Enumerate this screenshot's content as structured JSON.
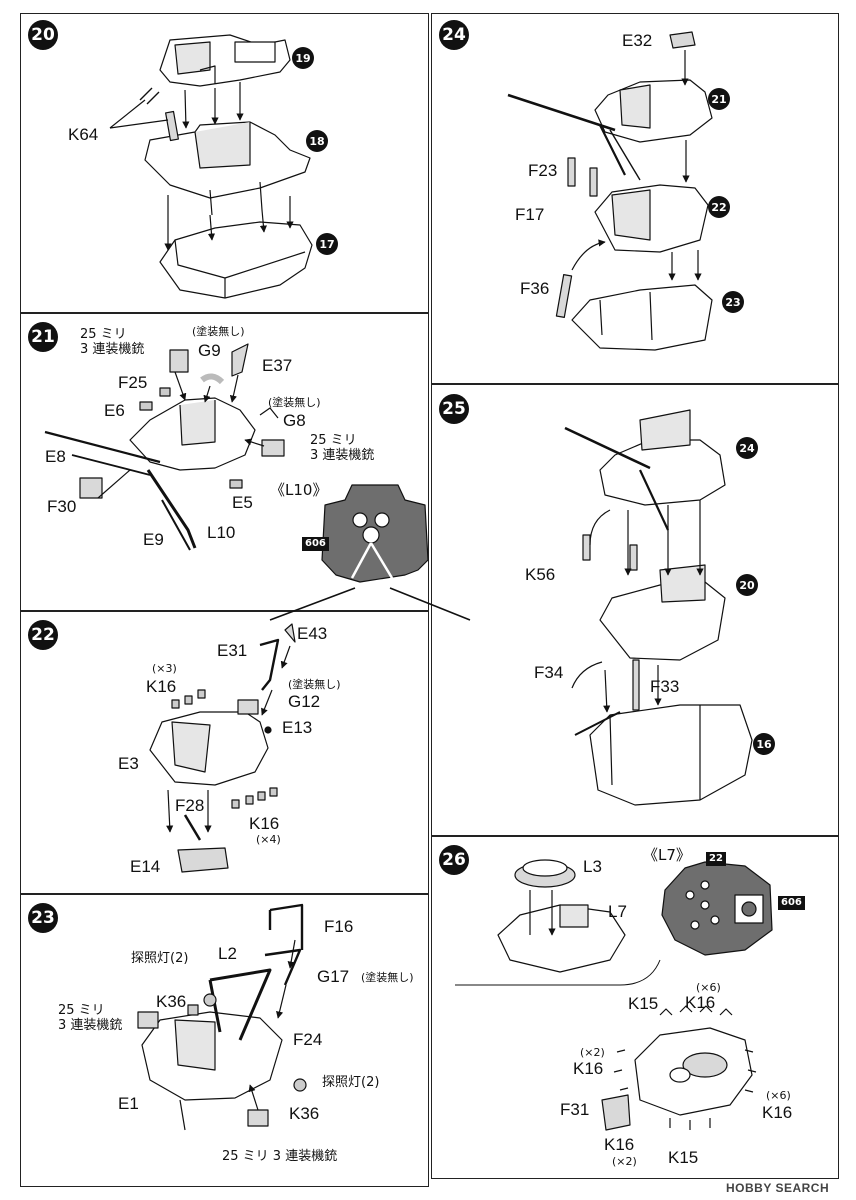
{
  "steps": {
    "s20": {
      "number": "20",
      "refs": [
        "19",
        "18",
        "17"
      ],
      "labels": {
        "k64": "K64"
      }
    },
    "s21": {
      "number": "21",
      "labels": {
        "g9": "G9",
        "e37": "E37",
        "f25": "F25",
        "e6": "E6",
        "g8": "G8",
        "e8": "E8",
        "f30": "F30",
        "e5": "E5",
        "e9": "E9",
        "l10": "L10"
      },
      "notes": {
        "aa_gun_a": "25 ミリ\n3 連装機銃",
        "aa_gun_b": "25 ミリ\n3 連装機銃",
        "no_paint_a": "(塗装無し)",
        "no_paint_b": "(塗装無し)"
      },
      "detail_title": "《L10》",
      "color_code": "606"
    },
    "s22": {
      "number": "22",
      "labels": {
        "e43": "E43",
        "e31": "E31",
        "k16a": "K16",
        "g12": "G12",
        "e13": "E13",
        "e3": "E3",
        "f28": "F28",
        "k16b": "K16",
        "e14": "E14"
      },
      "notes": {
        "qty_a": "(×3)",
        "qty_b": "(×4)",
        "no_paint": "(塗装無し)"
      }
    },
    "s23": {
      "number": "23",
      "labels": {
        "f16": "F16",
        "l2": "L2",
        "g17": "G17",
        "k36a": "K36",
        "f24": "F24",
        "e1": "E1",
        "k36b": "K36"
      },
      "notes": {
        "searchlight_a": "探照灯(2)",
        "searchlight_b": "探照灯(2)",
        "aa_gun_a": "25 ミリ\n3 連装機銃",
        "aa_gun_b": "25 ミリ 3 連装機銃",
        "no_paint": "(塗装無し)"
      }
    },
    "s24": {
      "number": "24",
      "refs": [
        "21",
        "22",
        "23"
      ],
      "labels": {
        "e32": "E32",
        "f23": "F23",
        "f17": "F17",
        "f36": "F36"
      }
    },
    "s25": {
      "number": "25",
      "refs": [
        "24",
        "20",
        "16"
      ],
      "labels": {
        "k56": "K56",
        "f34": "F34",
        "f33": "F33"
      }
    },
    "s26": {
      "number": "26",
      "labels": {
        "l3": "L3",
        "l7": "L7",
        "k15a": "K15",
        "k16a": "K16",
        "k16b": "K16",
        "f31": "F31",
        "k16c": "K16",
        "k16d": "K16",
        "k15b": "K15"
      },
      "notes": {
        "qty_a": "(×6)",
        "qty_b": "(×2)",
        "qty_c": "(×6)",
        "qty_d": "(×2)"
      },
      "detail_title": "《L7》",
      "color_code_a": "22",
      "color_code_b": "606"
    }
  },
  "watermark": "HOBBY SEARCH",
  "colors": {
    "ink": "#111111",
    "part_gray": "#d9d9d9",
    "detail_gray": "#6e6e6e",
    "paper": "#ffffff"
  }
}
